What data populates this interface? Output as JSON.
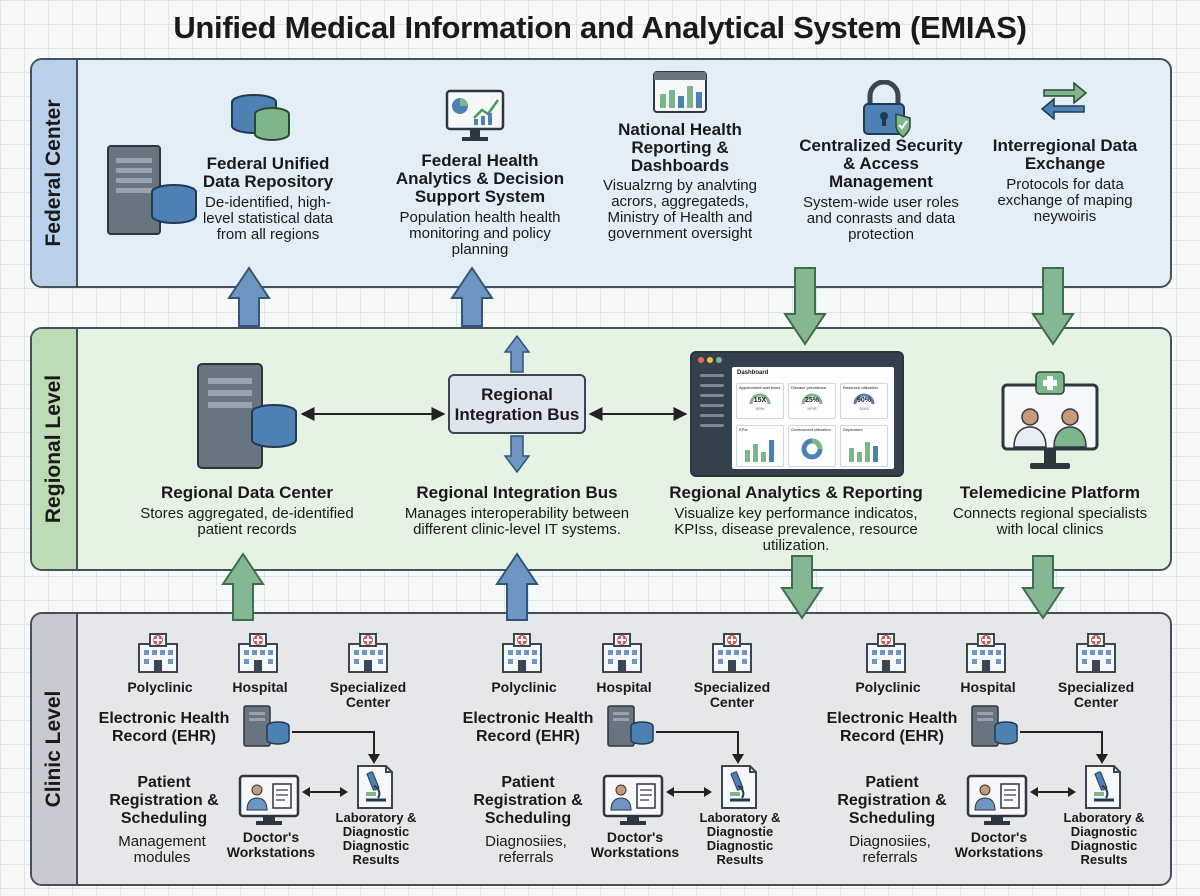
{
  "title": "Unified Medical Information and Analytical System (EMIAS)",
  "federal": {
    "label": "Federal Center",
    "repository": {
      "title": "Federal Unified Data Repository",
      "desc": "De-identified, high-level statistical data from all regions"
    },
    "analytics": {
      "title": "Federal Health Analytics & Decision Support System",
      "desc": "Population health health monitoring and policy planning"
    },
    "reporting": {
      "title": "National Health Reporting & Dashboards",
      "desc": "Visualzrng by analvting acrors, aggregateds, Ministry of Health and government oversight"
    },
    "security": {
      "title": "Centralized Security & Access Management",
      "desc": "System-wide user roles and conrasts and data protection"
    },
    "exchange": {
      "title": "Interregional Data Exchange",
      "desc": "Protocols for data exchange of maping neywoiris"
    }
  },
  "regional": {
    "label": "Regional Level",
    "bus_box": "Regional Integration Bus",
    "data_center": {
      "title": "Regional Data Center",
      "desc": "Stores aggregated, de-identified patient records"
    },
    "integration_bus": {
      "title": "Regional Integration Bus",
      "desc": "Manages interoperability between different clinic-level IT systems."
    },
    "analytics": {
      "title": "Regional Analytics & Reporting",
      "desc": "Visualize key performance indicatos, KPIss, disease prevalence, resource utilization."
    },
    "telemedicine": {
      "title": "Telemedicine Platform",
      "desc": "Connects regional specialists with local clinics"
    },
    "dashboard": {
      "title": "Dashboard",
      "cards": [
        {
          "title": "Appointment wait times",
          "value": "15X",
          "sub": "KPIs"
        },
        {
          "title": "Disease prevalence",
          "value": "25%",
          "sub": "KPIS"
        },
        {
          "title": "Resource utilization",
          "value": "90%",
          "sub": "9203"
        },
        {
          "title": "KPIs",
          "value": "",
          "sub": ""
        },
        {
          "title": "Government utilization",
          "value": "",
          "sub": ""
        },
        {
          "title": "Dependent",
          "value": "",
          "sub": ""
        }
      ]
    }
  },
  "clinic": {
    "label": "Clinic Level",
    "groups": [
      {
        "polyclinic": "Polyclinic",
        "hospital": "Hospital",
        "specialized": "Specialized Center",
        "ehr": "Electronic Health Record (EHR)",
        "registration": "Patient Registration & Scheduling",
        "modules": "Management modules",
        "workstations": "Doctor's Workstations",
        "lab": "Laboratory & Diagnostic Diagnostic Results"
      },
      {
        "polyclinic": "Polyclinic",
        "hospital": "Hospital",
        "specialized": "Specialized Center",
        "ehr": "Electronic Health Record (EHR)",
        "registration": "Patient Registration & Scheduling",
        "modules": "Diagnosiies, referrals",
        "workstations": "Doctor's Workstations",
        "lab": "Laboratory & Diagnostie Diagnostic Results"
      },
      {
        "polyclinic": "Polyclinic",
        "hospital": "Hospital",
        "specialized": "Specialized Center",
        "ehr": "Electronic Health Record (EHR)",
        "registration": "Patient Registration & Scheduling",
        "modules": "Diagnosiies, referrals",
        "workstations": "Doctor's Workstations",
        "lab": "Laboratory & Diagnostic Diagnostic Results"
      }
    ]
  },
  "colors": {
    "federal_bg": "#e4eef7",
    "regional_bg": "#e6f2e3",
    "clinic_bg": "#e6e7e9",
    "arrow_blue": "#6e96c2",
    "arrow_green": "#84b892"
  }
}
